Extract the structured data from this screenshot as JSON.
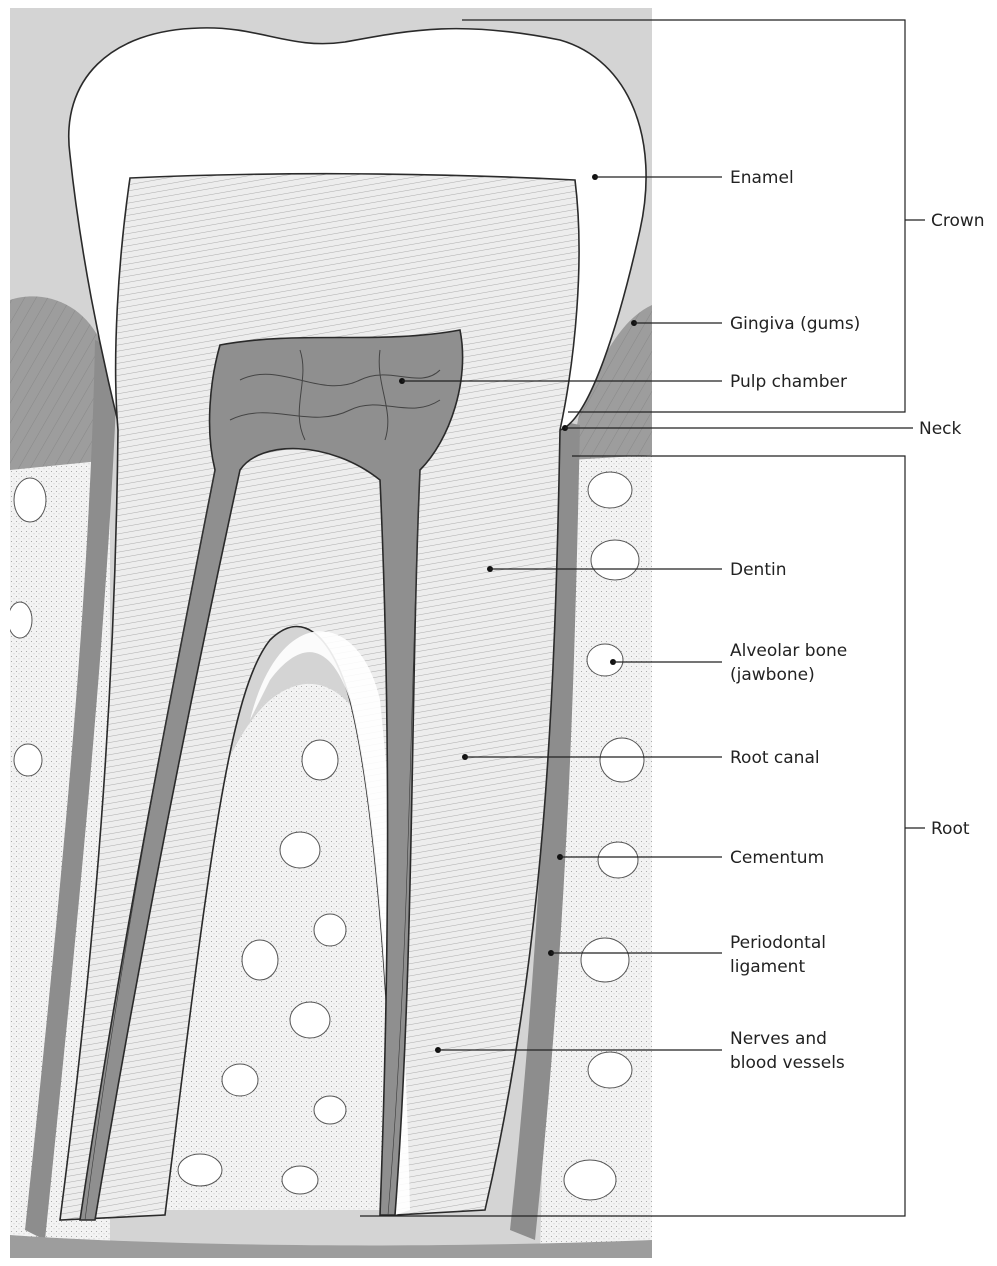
{
  "labels": {
    "enamel": "Enamel",
    "gingiva": "Gingiva (gums)",
    "pulp_chamber": "Pulp chamber",
    "dentin": "Dentin",
    "alveolar_bone_1": "Alveolar bone",
    "alveolar_bone_2": "(jawbone)",
    "root_canal": "Root canal",
    "cementum": "Cementum",
    "periodontal_1": "Periodontal",
    "periodontal_2": "ligament",
    "nerves_1": "Nerves and",
    "nerves_2": "blood vessels"
  },
  "brackets": {
    "crown": "Crown",
    "neck": "Neck",
    "root": "Root"
  },
  "colors": {
    "background_panel": "#d4d4d4",
    "enamel": "#ffffff",
    "dentin": "#ededed",
    "pulp": "#8f8f8f",
    "gum": "#9d9d9d",
    "bone": "#f3f3f3",
    "line": "#222222"
  }
}
